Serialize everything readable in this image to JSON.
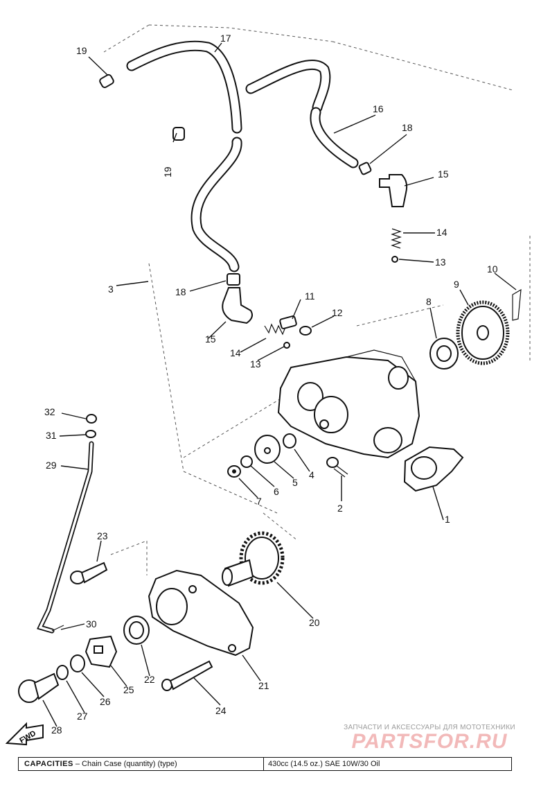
{
  "callouts": [
    {
      "id": "c1",
      "text": "1"
    },
    {
      "id": "c2",
      "text": "2"
    },
    {
      "id": "c3",
      "text": "3"
    },
    {
      "id": "c4",
      "text": "4"
    },
    {
      "id": "c5",
      "text": "5"
    },
    {
      "id": "c6",
      "text": "6"
    },
    {
      "id": "c7",
      "text": "7"
    },
    {
      "id": "c8",
      "text": "8"
    },
    {
      "id": "c9",
      "text": "9"
    },
    {
      "id": "c10",
      "text": "10"
    },
    {
      "id": "c11",
      "text": "11"
    },
    {
      "id": "c12",
      "text": "12"
    },
    {
      "id": "c13a",
      "text": "13"
    },
    {
      "id": "c13b",
      "text": "13"
    },
    {
      "id": "c14a",
      "text": "14"
    },
    {
      "id": "c14b",
      "text": "14"
    },
    {
      "id": "c15a",
      "text": "15"
    },
    {
      "id": "c15b",
      "text": "15"
    },
    {
      "id": "c16",
      "text": "16"
    },
    {
      "id": "c17",
      "text": "17"
    },
    {
      "id": "c18a",
      "text": "18"
    },
    {
      "id": "c18b",
      "text": "18"
    },
    {
      "id": "c19a",
      "text": "19"
    },
    {
      "id": "c19b",
      "text": "19"
    },
    {
      "id": "c20",
      "text": "20"
    },
    {
      "id": "c21",
      "text": "21"
    },
    {
      "id": "c22",
      "text": "22"
    },
    {
      "id": "c23",
      "text": "23"
    },
    {
      "id": "c24",
      "text": "24"
    },
    {
      "id": "c25",
      "text": "25"
    },
    {
      "id": "c26",
      "text": "26"
    },
    {
      "id": "c27",
      "text": "27"
    },
    {
      "id": "c28",
      "text": "28"
    },
    {
      "id": "c29",
      "text": "29"
    },
    {
      "id": "c30",
      "text": "30"
    },
    {
      "id": "c31",
      "text": "31"
    },
    {
      "id": "c32",
      "text": "32"
    }
  ],
  "fwd_arrow": {
    "text": "FWD"
  },
  "watermark": {
    "top_text": "ЗАПЧАСТИ И АКСЕССУАРЫ ДЛЯ МОТОТЕХНИКИ",
    "logo_text": "PARTSFOR.RU"
  },
  "capacities": {
    "title": "CAPACITIES",
    "label": " – Chain Case (quantity) (type)",
    "value": "430cc (14.5 oz.) SAE 10W/30 Oil"
  }
}
